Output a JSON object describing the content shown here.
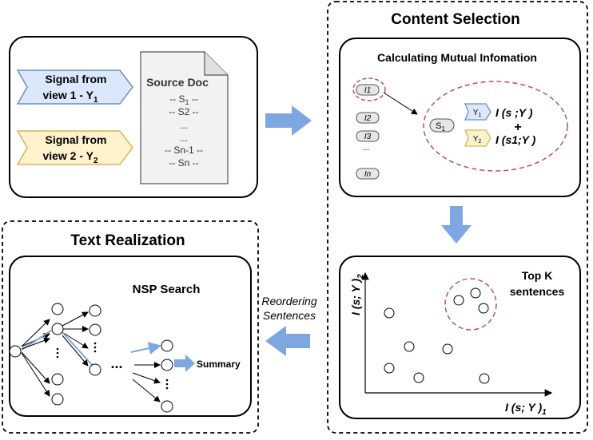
{
  "signals": {
    "view1_line1": "Signal from",
    "view1_line2": "view 1 - Y",
    "view1_sub": "1",
    "view2_line1": "Signal from",
    "view2_line2": "view 2 - Y",
    "view2_sub": "2"
  },
  "source_doc": {
    "title": "Source Doc",
    "lines": [
      "-- S",
      "-- S2 --",
      "...",
      "...",
      "-- Sn-1 --",
      "-- Sn --"
    ],
    "s1_sub": "1",
    "s1_tail": " --"
  },
  "content_selection": {
    "title": "Content Selection",
    "mi_title": "Calculating Mutual Infomation",
    "info_labels": [
      "I1",
      "I2",
      "I3",
      "...",
      "In"
    ],
    "s1_node": "S",
    "s1_node_sub": "1",
    "y1_tag": "Y",
    "y1_tag_sub": "1",
    "y2_tag": "Y",
    "y2_tag_sub": "2",
    "formula1": "I (s ;Y )",
    "formula2": "I (s1;Y )",
    "plus": "+",
    "top_k_line1": "Top K",
    "top_k_line2": "sentences",
    "axis_x": "I (s; Y )",
    "axis_x_sub": "1",
    "axis_y": "I (s; Y )",
    "axis_y_sub": "2"
  },
  "text_realization": {
    "title": "Text Realization",
    "nsp_title": "NSP Search",
    "reorder_line1": "Reordering",
    "reorder_line2": "Sentences",
    "summary": "Summary",
    "dots": "..."
  },
  "colors": {
    "blue_tag": "#dbe8fb",
    "blue_tag_stroke": "#6c8ebf",
    "yellow_tag": "#fff2cc",
    "yellow_tag_stroke": "#d6b656",
    "arrow_blue": "#7ea6e0",
    "circle_red": "#b85450"
  }
}
